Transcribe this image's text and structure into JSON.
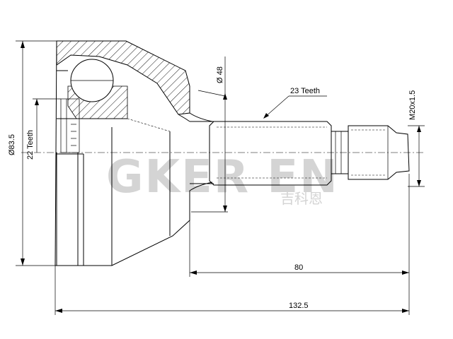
{
  "dimensions": {
    "overall_diameter": "Ø83.5",
    "inner_spline": "22 Teeth",
    "neck_diameter": "Ø 48",
    "outer_spline": "23 Teeth",
    "thread": "M20x1.5",
    "stub_length": "80",
    "overall_length": "132.5"
  },
  "watermark": {
    "brand": "GKER EN",
    "chinese": "吉科恩"
  },
  "colors": {
    "line": "#000000",
    "watermark": "#d4d4d4",
    "background": "#ffffff"
  }
}
